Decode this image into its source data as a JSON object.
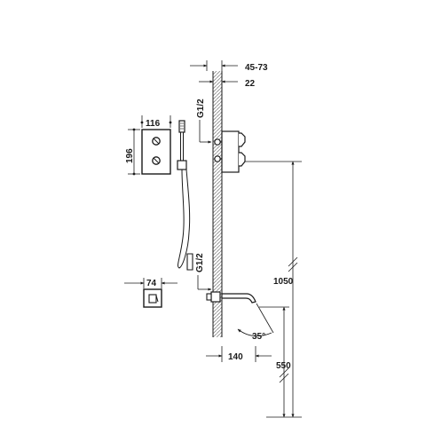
{
  "dimensions": {
    "pipe_depth": "45-73",
    "wall_offset": "22",
    "thread_upper": "G1/2",
    "thread_lower": "G1/2",
    "panel_width": "116",
    "panel_height": "196",
    "small_box_width": "74",
    "valve_height": "1050",
    "spout_projection": "140",
    "spout_angle": "35°",
    "spout_height": "550"
  },
  "colors": {
    "line": "#1a1a1a",
    "wall_hatch": "#9a9a9a"
  }
}
